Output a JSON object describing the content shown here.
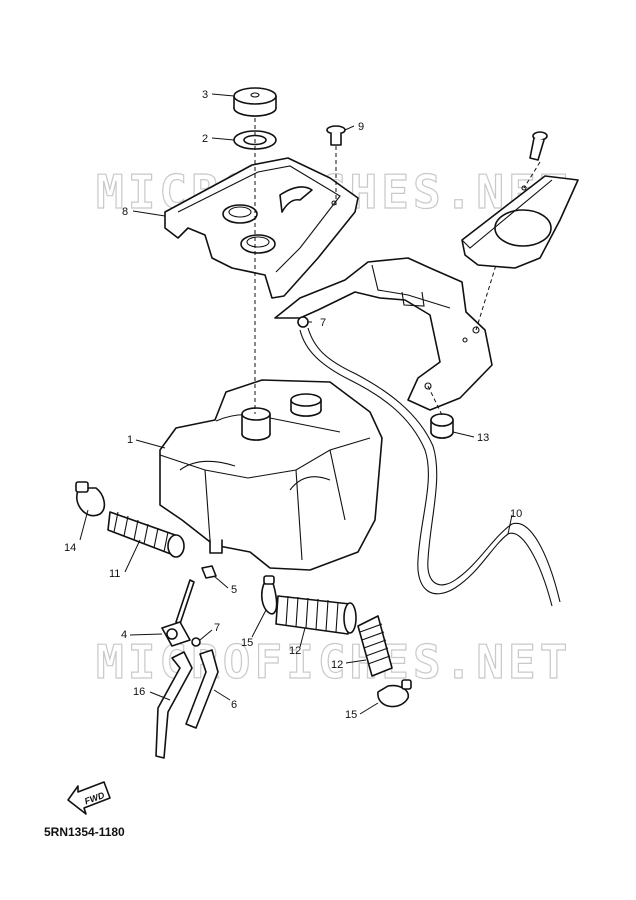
{
  "watermark": "MICROFICHES.NET",
  "fwd_label": "FWD",
  "diagram_code": "5RN1354-1180",
  "callouts": {
    "c1": "1",
    "c2": "2",
    "c3": "3",
    "c4": "4",
    "c5": "5",
    "c6": "6",
    "c7a": "7",
    "c7b": "7",
    "c8": "8",
    "c9": "9",
    "c10": "10",
    "c11": "11",
    "c12a": "12",
    "c12b": "12",
    "c13": "13",
    "c14": "14",
    "c15a": "15",
    "c15b": "15",
    "c16": "16"
  }
}
